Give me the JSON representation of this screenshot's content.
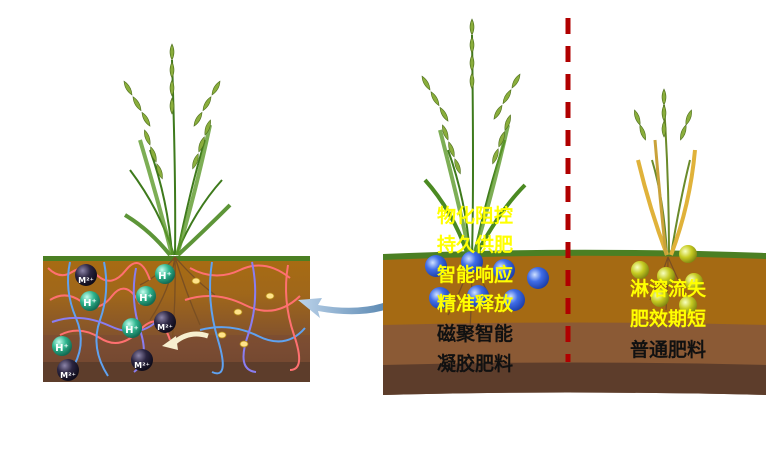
{
  "smart_panel": {
    "feature_lines": [
      "物化阻控",
      "持久供肥",
      "智能响应",
      "精准释放"
    ],
    "product_lines": [
      "磁聚智能",
      "凝胶肥料"
    ],
    "feature_color": "#ffff00",
    "product_color": "#111111"
  },
  "normal_panel": {
    "feature_lines": [
      "淋溶流失",
      "肥效期短"
    ],
    "product_lines": [
      "普通肥料"
    ],
    "feature_color": "#ffff00",
    "product_color": "#111111"
  },
  "ions": {
    "proton_label": "H⁺",
    "metal_label": "M²⁺"
  },
  "colors": {
    "soil_top": "#a56a13",
    "soil_mid": "#8b5a35",
    "soil_bottom": "#5d3d2b",
    "grass": "#4b7f23",
    "divider": "#b00000",
    "network_pink": "#ff7070",
    "network_blue": "#5fa2f0",
    "network_purple": "#8a7df0",
    "proton_ion": "#2fb58e",
    "metal_ion": "#26203a",
    "fertilizer_bead": "#3f6de8",
    "normal_bead": "#bdc21b",
    "arrow": "#2d6b9a"
  }
}
